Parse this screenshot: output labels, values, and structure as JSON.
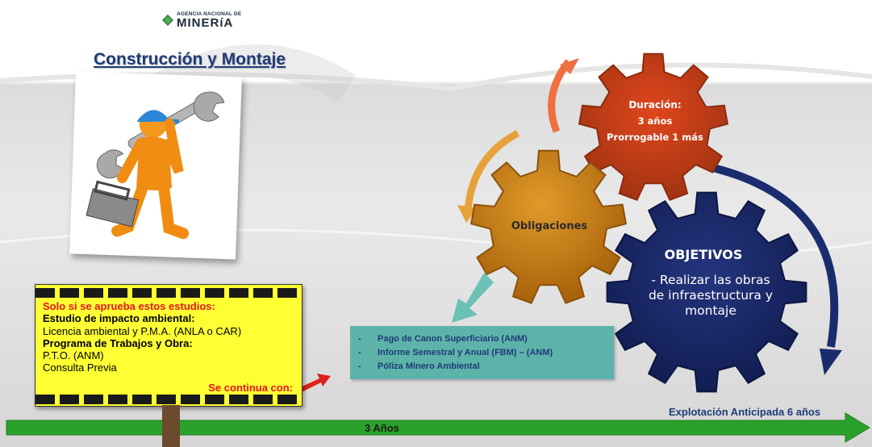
{
  "brand": {
    "top_text": "AGENCIA NACIONAL DE",
    "name": "MINERíA"
  },
  "title": "Construcción y Montaje",
  "gears": {
    "duration": {
      "title": "Duración:",
      "line1": "3 años",
      "line2": "Prorrogable 1 más"
    },
    "obligations": {
      "title": "Obligaciones"
    },
    "objectives": {
      "title": "OBJETIVOS",
      "body": "- Realizar las obras de infraestructura y montaje"
    }
  },
  "sign": {
    "header": "Solo si se aprueba estos estudios:",
    "study_label": "Estudio de impacto ambiental:",
    "license": "Licencia ambiental y P.M.A. (ANLA o CAR)",
    "program_label": "Programa de Trabajos y Obra:",
    "pto": "P.T.O. (ANM)",
    "consulta": "Consulta Previa",
    "continue": "Se continua con:"
  },
  "obligations_list": {
    "dash": "-",
    "items": [
      "Pago de Canon Superficiario (ANM)",
      "Informe Semestral y Anual (FBM) – (ANM)",
      "Póliza Minero Ambiental"
    ]
  },
  "timeline": {
    "label": "3 Años",
    "next": "Explotación Anticipada 6 años"
  },
  "colors": {
    "title": "#1f3b78",
    "duration_gear": "#c8441a",
    "obligations_gear": "#c77a10",
    "objectives_gear": "#1a2a6b",
    "timeline": "#2aa12a",
    "sign": "#ffff33",
    "info_box": "#5db3a9"
  }
}
